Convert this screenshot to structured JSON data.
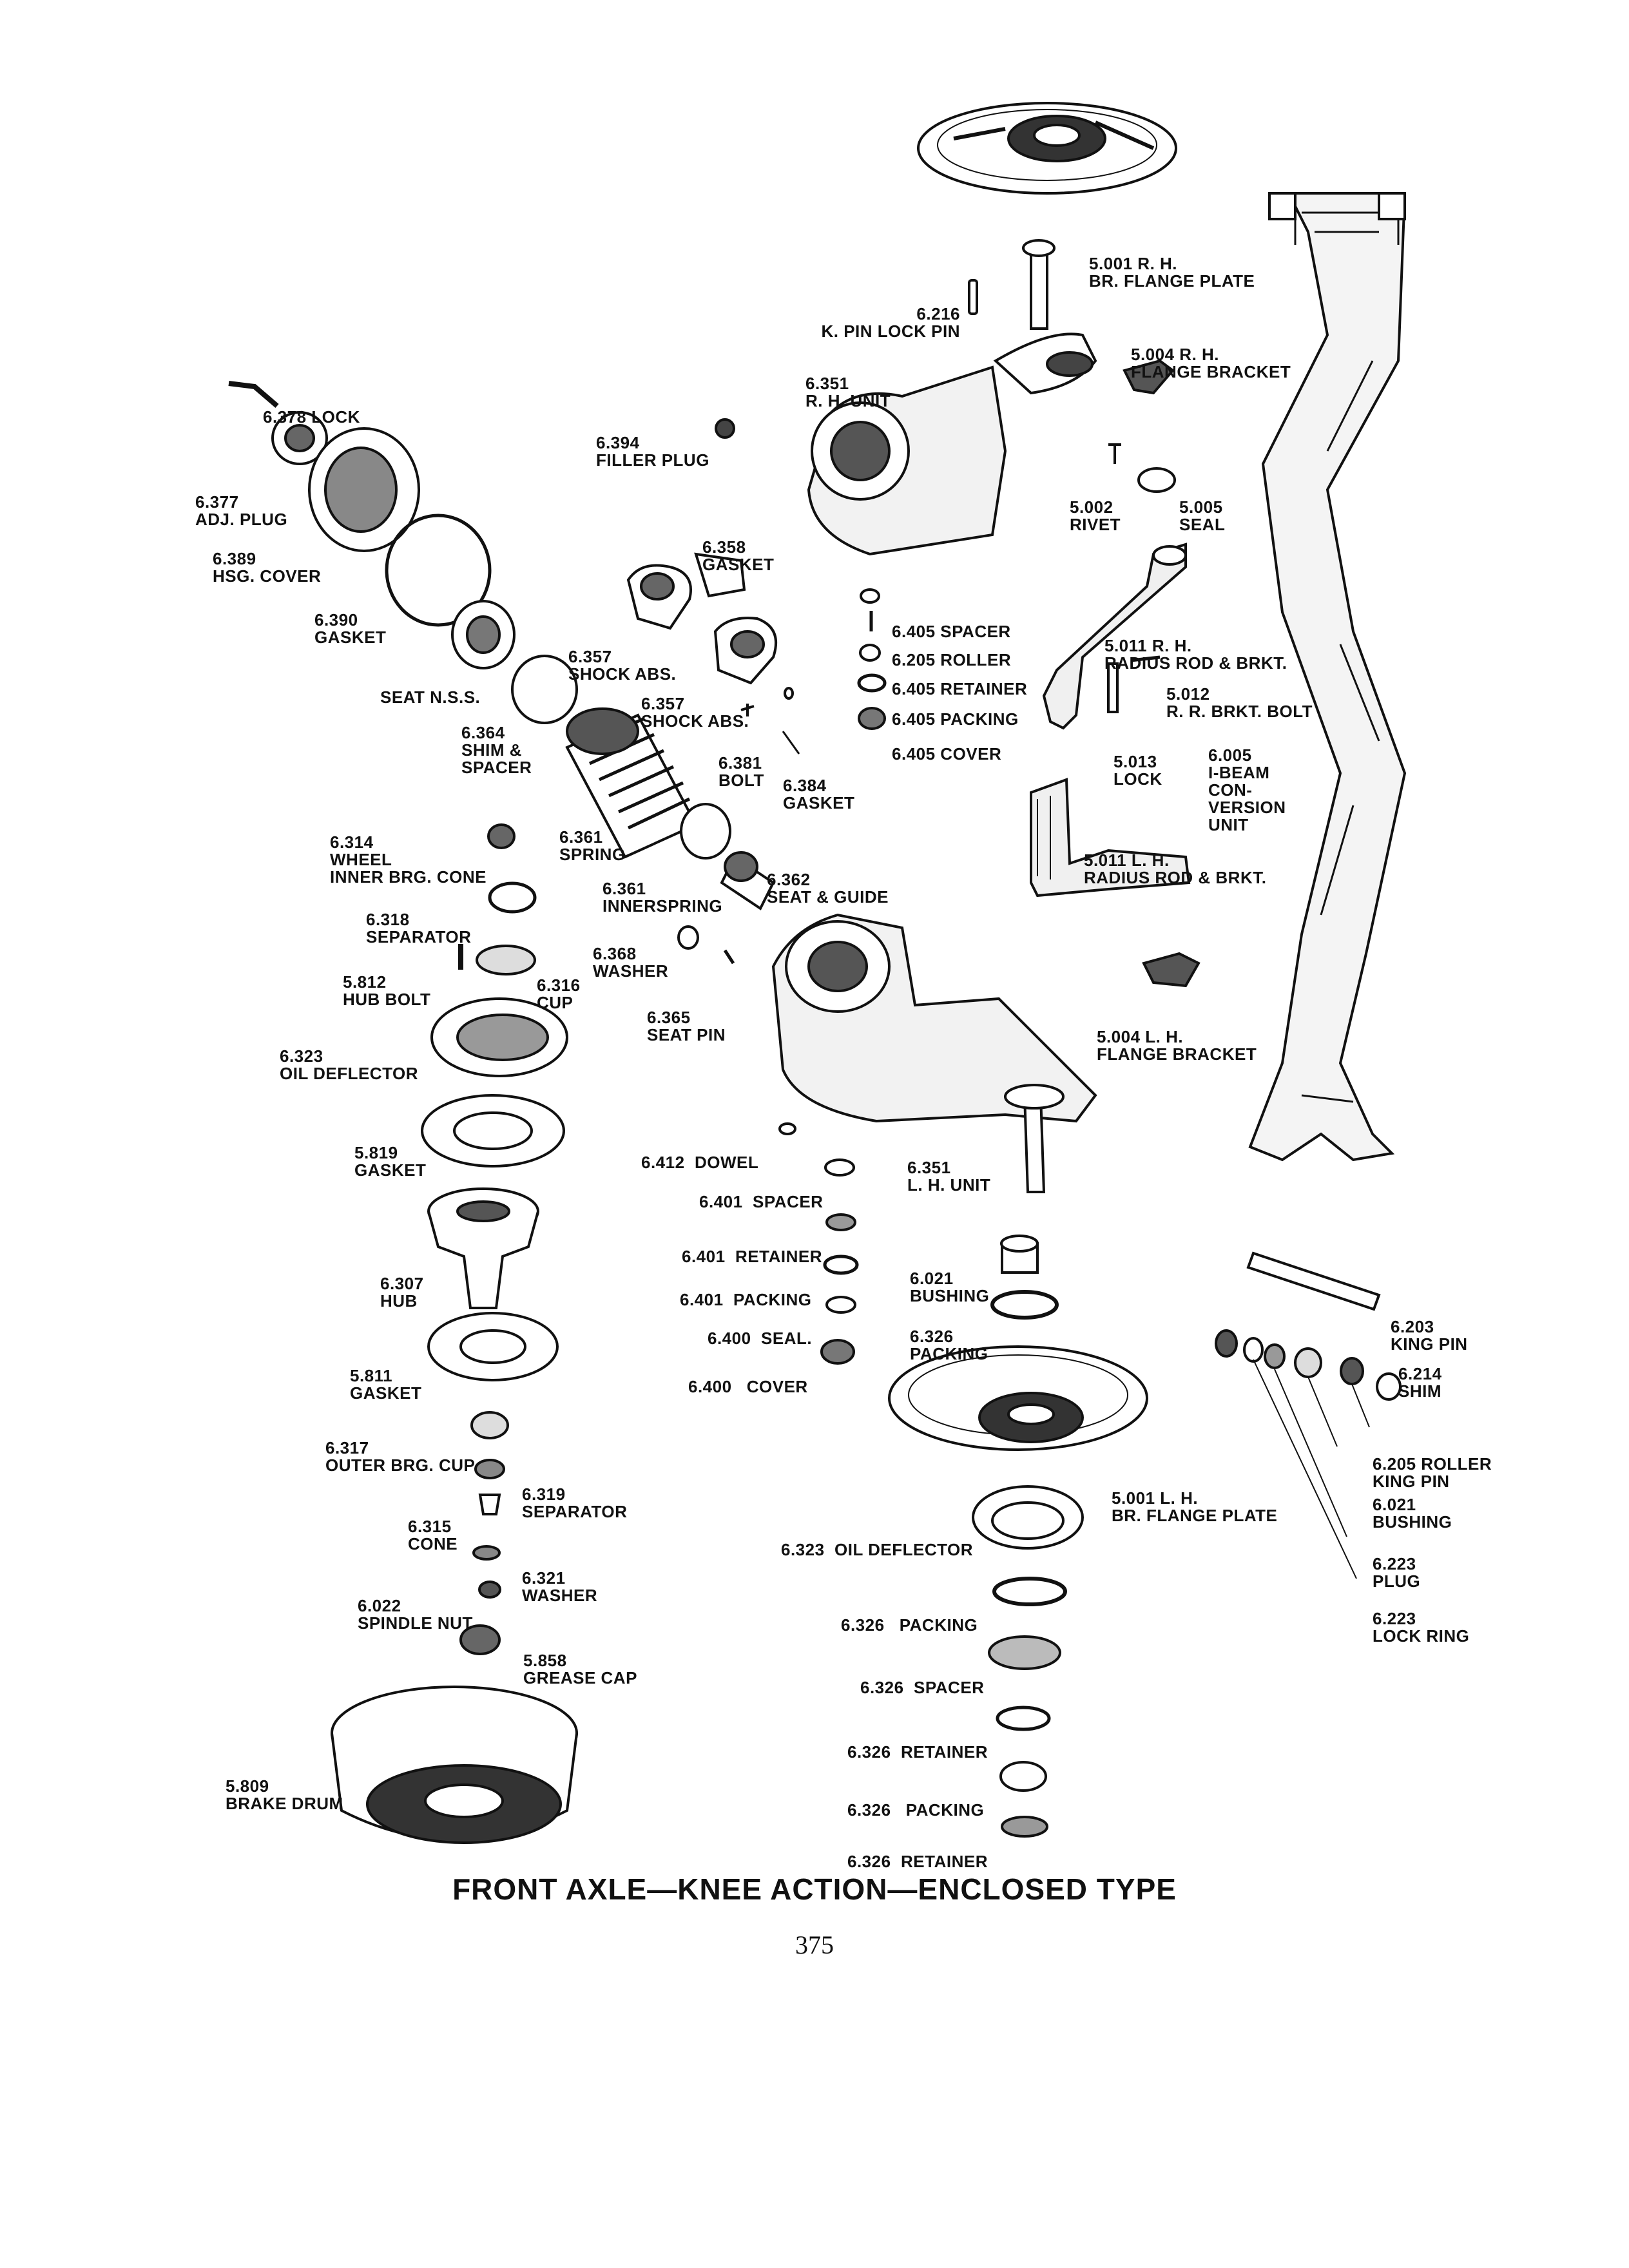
{
  "title": "FRONT AXLE—KNEE ACTION—ENCLOSED TYPE",
  "page_number": "375",
  "parts": {
    "rh_br_flange_plate": [
      "5.001 R. H.",
      "BR. FLANGE PLATE"
    ],
    "k_pin_lock_pin": [
      "6.216",
      "K. PIN LOCK PIN"
    ],
    "rh_flange_bracket": [
      "5.004 R. H.",
      "FLANGE BRACKET"
    ],
    "rh_unit": [
      "6.351",
      "R. H. UNIT"
    ],
    "lock_6378": [
      "6.378 LOCK"
    ],
    "filler_plug": [
      "6.394",
      "FILLER PLUG"
    ],
    "rivet": [
      "5.002",
      "RIVET"
    ],
    "seal_5005": [
      "5.005",
      "SEAL"
    ],
    "adj_plug": [
      "6.377",
      "ADJ. PLUG"
    ],
    "hsg_cover": [
      "6.389",
      "HSG. COVER"
    ],
    "gasket_6358": [
      "6.358",
      "GASKET"
    ],
    "gasket_6390": [
      "6.390",
      "GASKET"
    ],
    "spacer_6405": [
      "6.405 SPACER"
    ],
    "roller_6205": [
      "6.205 ROLLER"
    ],
    "retainer_6405": [
      "6.405 RETAINER"
    ],
    "packing_6405": [
      "6.405 PACKING"
    ],
    "cover_6405": [
      "6.405 COVER"
    ],
    "rh_radius_rod": [
      "5.011 R. H.",
      "RADIUS ROD & BRKT."
    ],
    "shock_abs_1": [
      "6.357",
      "SHOCK ABS."
    ],
    "seat_nss": [
      "SEAT N.S.S."
    ],
    "shock_abs_2": [
      "6.357",
      "SHOCK ABS."
    ],
    "rr_brkt_bolt": [
      "5.012",
      "R. R. BRKT. BOLT"
    ],
    "shim_spacer": [
      "6.364",
      "SHIM &",
      "SPACER"
    ],
    "bolt_6381": [
      "6.381",
      "BOLT"
    ],
    "gasket_6384": [
      "6.384",
      "GASKET"
    ],
    "lock_5013": [
      "5.013",
      "LOCK"
    ],
    "i_beam": [
      "6.005",
      "I-BEAM",
      "CON-",
      "VERSION",
      "UNIT"
    ],
    "wheel_inner_brg_cone": [
      "6.314",
      "WHEEL",
      "INNER BRG. CONE"
    ],
    "spring_6361": [
      "6.361",
      "SPRING"
    ],
    "lh_radius_rod": [
      "5.011 L. H.",
      "RADIUS ROD & BRKT."
    ],
    "innerspring": [
      "6.361",
      "INNERSPRING"
    ],
    "seat_guide": [
      "6.362",
      "SEAT & GUIDE"
    ],
    "separator_6318": [
      "6.318",
      "SEPARATOR"
    ],
    "washer_6368": [
      "6.368",
      "WASHER"
    ],
    "hub_bolt": [
      "5.812",
      "HUB BOLT"
    ],
    "cup_6316": [
      "6.316",
      "CUP"
    ],
    "seat_pin": [
      "6.365",
      "SEAT PIN"
    ],
    "lh_flange_bracket": [
      "5.004 L. H.",
      "FLANGE BRACKET"
    ],
    "oil_deflector_6323a": [
      "6.323",
      "OIL DEFLECTOR"
    ],
    "gasket_5819": [
      "5.819",
      "GASKET"
    ],
    "dowel": [
      "6.412  DOWEL"
    ],
    "lh_unit": [
      "6.351",
      "L. H. UNIT"
    ],
    "spacer_6401": [
      "6.401  SPACER"
    ],
    "retainer_6401": [
      "6.401  RETAINER"
    ],
    "hub": [
      "6.307",
      "HUB"
    ],
    "bushing_6021a": [
      "6.021",
      "BUSHING"
    ],
    "packing_6401": [
      "6.401  PACKING"
    ],
    "king_pin": [
      "6.203",
      "KING PIN"
    ],
    "seal_6400": [
      "6.400  SEAL."
    ],
    "packing_6326a": [
      "6.326",
      "PACKING"
    ],
    "gasket_5811": [
      "5.811",
      "GASKET"
    ],
    "cover_6400": [
      "6.400   COVER"
    ],
    "shim_6214": [
      "6.214",
      "SHIM"
    ],
    "outer_brg_cup": [
      "6.317",
      "OUTER BRG. CUP"
    ],
    "roller_king_pin": [
      "6.205 ROLLER",
      "KING PIN"
    ],
    "separator_6319": [
      "6.319",
      "SEPARATOR"
    ],
    "lh_br_flange_plate": [
      "5.001 L. H.",
      "BR. FLANGE PLATE"
    ],
    "bushing_6021b": [
      "6.021",
      "BUSHING"
    ],
    "cone_6315": [
      "6.315",
      "CONE"
    ],
    "oil_deflector_6323b": [
      "6.323  OIL DEFLECTOR"
    ],
    "plug_6223": [
      "6.223",
      "PLUG"
    ],
    "washer_6321": [
      "6.321",
      "WASHER"
    ],
    "spindle_nut": [
      "6.022",
      "SPINDLE NUT"
    ],
    "lock_ring": [
      "6.223",
      "LOCK RING"
    ],
    "packing_6326b": [
      "6.326   PACKING"
    ],
    "grease_cap": [
      "5.858",
      "GREASE CAP"
    ],
    "spacer_6326": [
      "6.326  SPACER"
    ],
    "retainer_6326a": [
      "6.326  RETAINER"
    ],
    "brake_drum": [
      "5.809",
      "BRAKE DRUM"
    ],
    "packing_6326c": [
      "6.326   PACKING"
    ],
    "retainer_6326b": [
      "6.326  RETAINER"
    ]
  }
}
